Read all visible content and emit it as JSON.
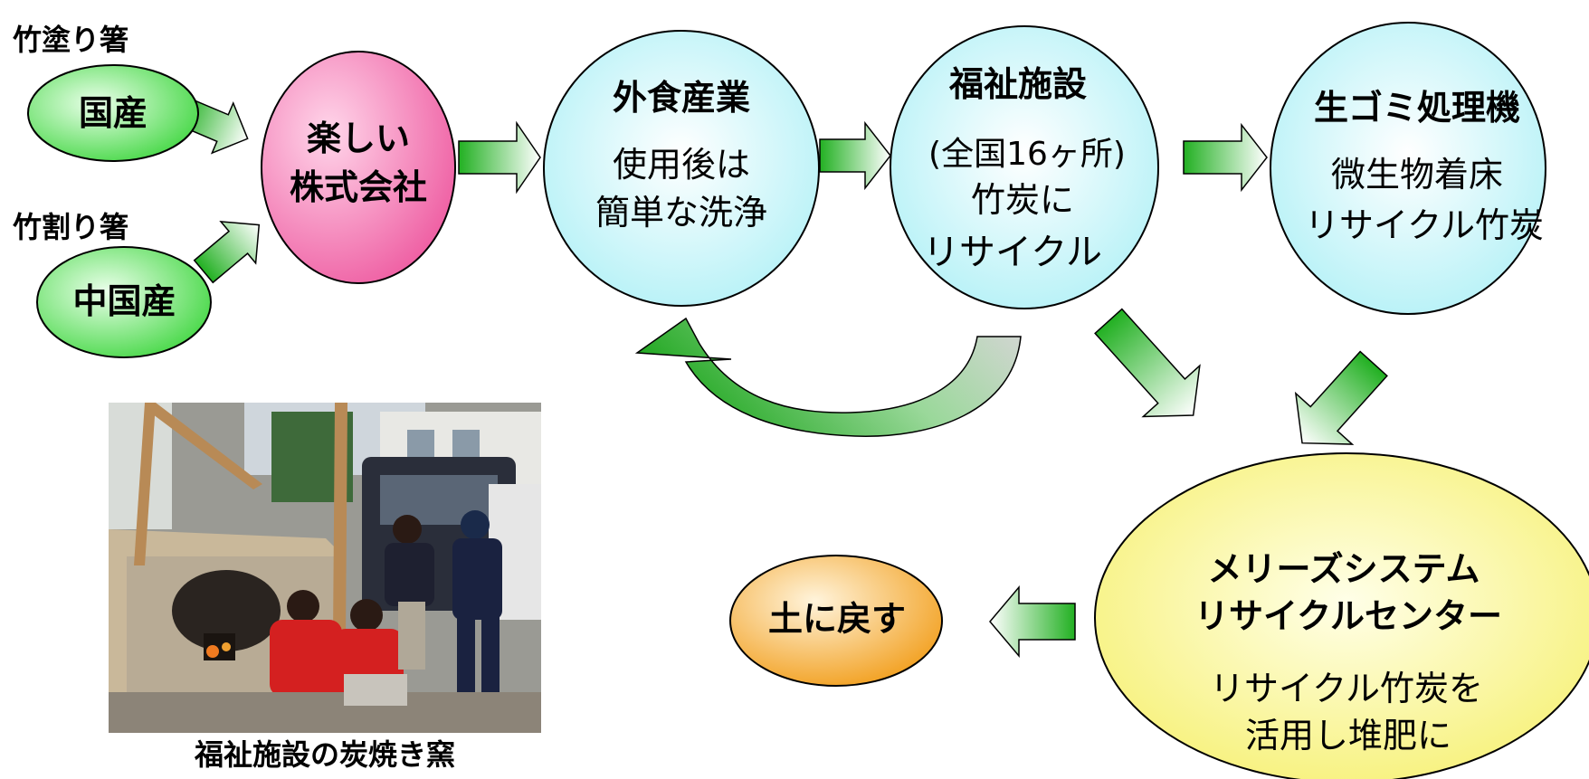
{
  "source_labels": {
    "lacquered": "竹塗り箸",
    "split": "竹割り箸"
  },
  "nodes": {
    "domestic": "国産",
    "china": "中国産",
    "company_line1": "楽しい",
    "company_line2": "株式会社",
    "restaurant_title": "外食産業",
    "restaurant_line1": "使用後は",
    "restaurant_line2": "簡単な洗浄",
    "welfare_title": "福祉施設",
    "welfare_line1": "(全国16ヶ所)",
    "welfare_line2": "竹炭に",
    "welfare_line3": "リサイクル",
    "garbage_title": "生ゴミ処理機",
    "garbage_line1": "微生物着床",
    "garbage_line2": "リサイクル竹炭",
    "center_line1": "メリーズシステム",
    "center_line2": "リサイクルセンター",
    "center_line3": "リサイクル竹炭を",
    "center_line4": "活用し堆肥に",
    "soil": "土に戻す"
  },
  "photo_caption": "福祉施設の炭焼き窯",
  "colors": {
    "green_node": "#66e066",
    "pink_node": "#f06aa8",
    "cyan_node": "#b8f4f8",
    "yellow_node": "#f8f488",
    "orange_node": "#f6b032",
    "arrow_green": "#22a822"
  }
}
